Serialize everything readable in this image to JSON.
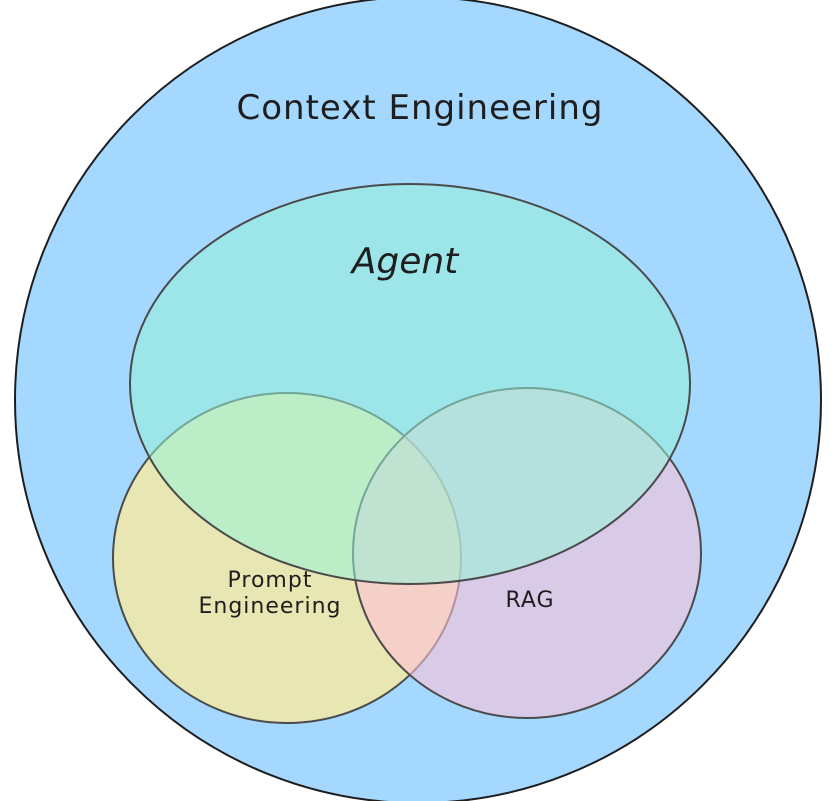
{
  "diagram": {
    "outer": {
      "label": "Context Engineering",
      "fill": "#a5d8ff",
      "stroke": "#1e1e1e"
    },
    "agent": {
      "label": "Agent",
      "fill": "#96f2d7",
      "stroke": "#4a4a4a"
    },
    "prompt": {
      "label_line1": "Prompt",
      "label_line2": "Engineering",
      "fill": "#ffec99",
      "stroke": "#4a4a4a"
    },
    "rag": {
      "label": "RAG",
      "fill": "#fcc2d7",
      "stroke": "#4a4a4a"
    }
  }
}
